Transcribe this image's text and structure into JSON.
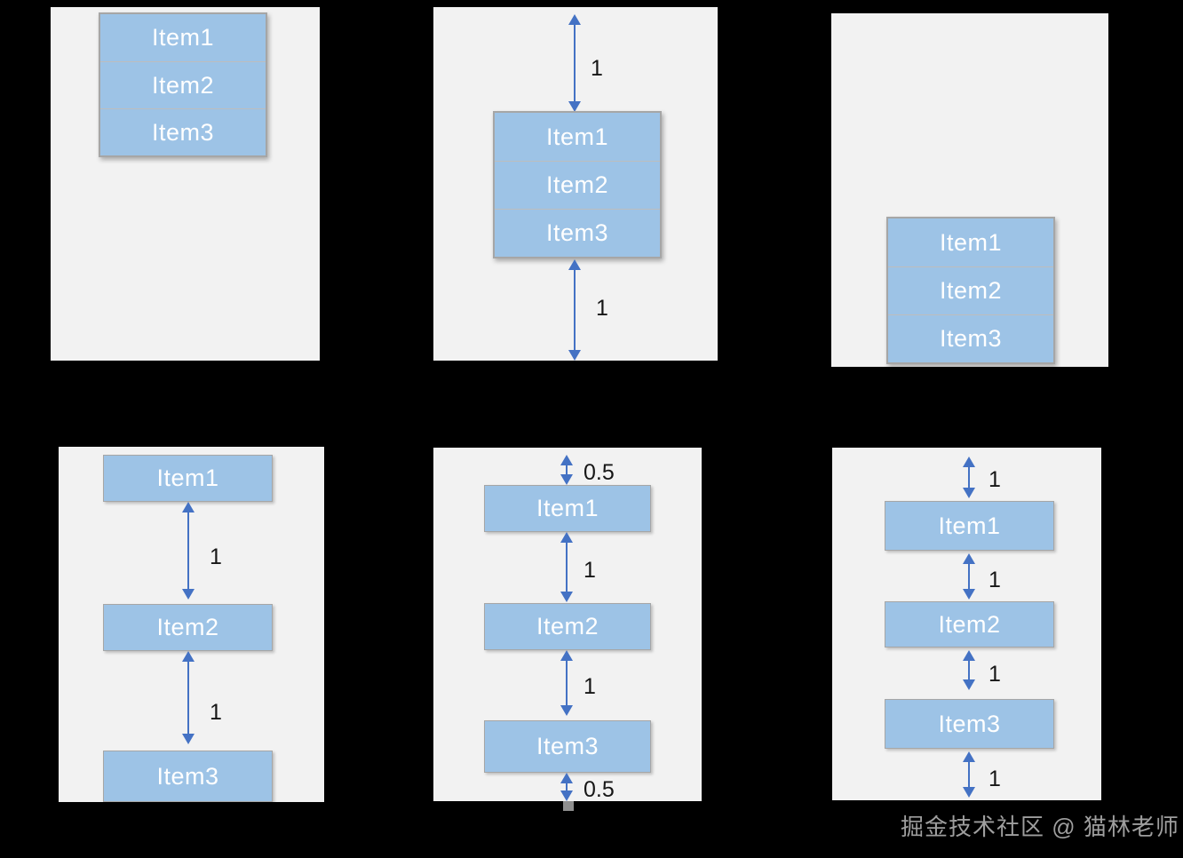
{
  "colors": {
    "background": "#000000",
    "panel_bg": "#f2f2f2",
    "item_fill": "#9dc3e6",
    "item_border": "#a6a6a6",
    "item_divider": "#bdbdbd",
    "item_text": "#ffffff",
    "arrow": "#4472c4",
    "label_text": "#161616",
    "watermark_text": "#9e9e9e",
    "overflow_stub": "#8f8f8f"
  },
  "watermark": {
    "text": "掘金技术社区 @ 猫林老师"
  },
  "panels": [
    {
      "position": "top-left",
      "items": [
        "Item1",
        "Item2",
        "Item3"
      ],
      "gap_labels": []
    },
    {
      "position": "top-center",
      "items": [
        "Item1",
        "Item2",
        "Item3"
      ],
      "gap_labels": [
        "1",
        "1"
      ]
    },
    {
      "position": "top-right",
      "items": [
        "Item1",
        "Item2",
        "Item3"
      ],
      "gap_labels": []
    },
    {
      "position": "bottom-left",
      "items": [
        "Item1",
        "Item2",
        "Item3"
      ],
      "gap_labels": [
        "1",
        "1"
      ]
    },
    {
      "position": "bottom-center",
      "items": [
        "Item1",
        "Item2",
        "Item3"
      ],
      "gap_labels": [
        "0.5",
        "1",
        "1",
        "0.5"
      ]
    },
    {
      "position": "bottom-right",
      "items": [
        "Item1",
        "Item2",
        "Item3"
      ],
      "gap_labels": [
        "1",
        "1",
        "1",
        "1"
      ]
    }
  ]
}
